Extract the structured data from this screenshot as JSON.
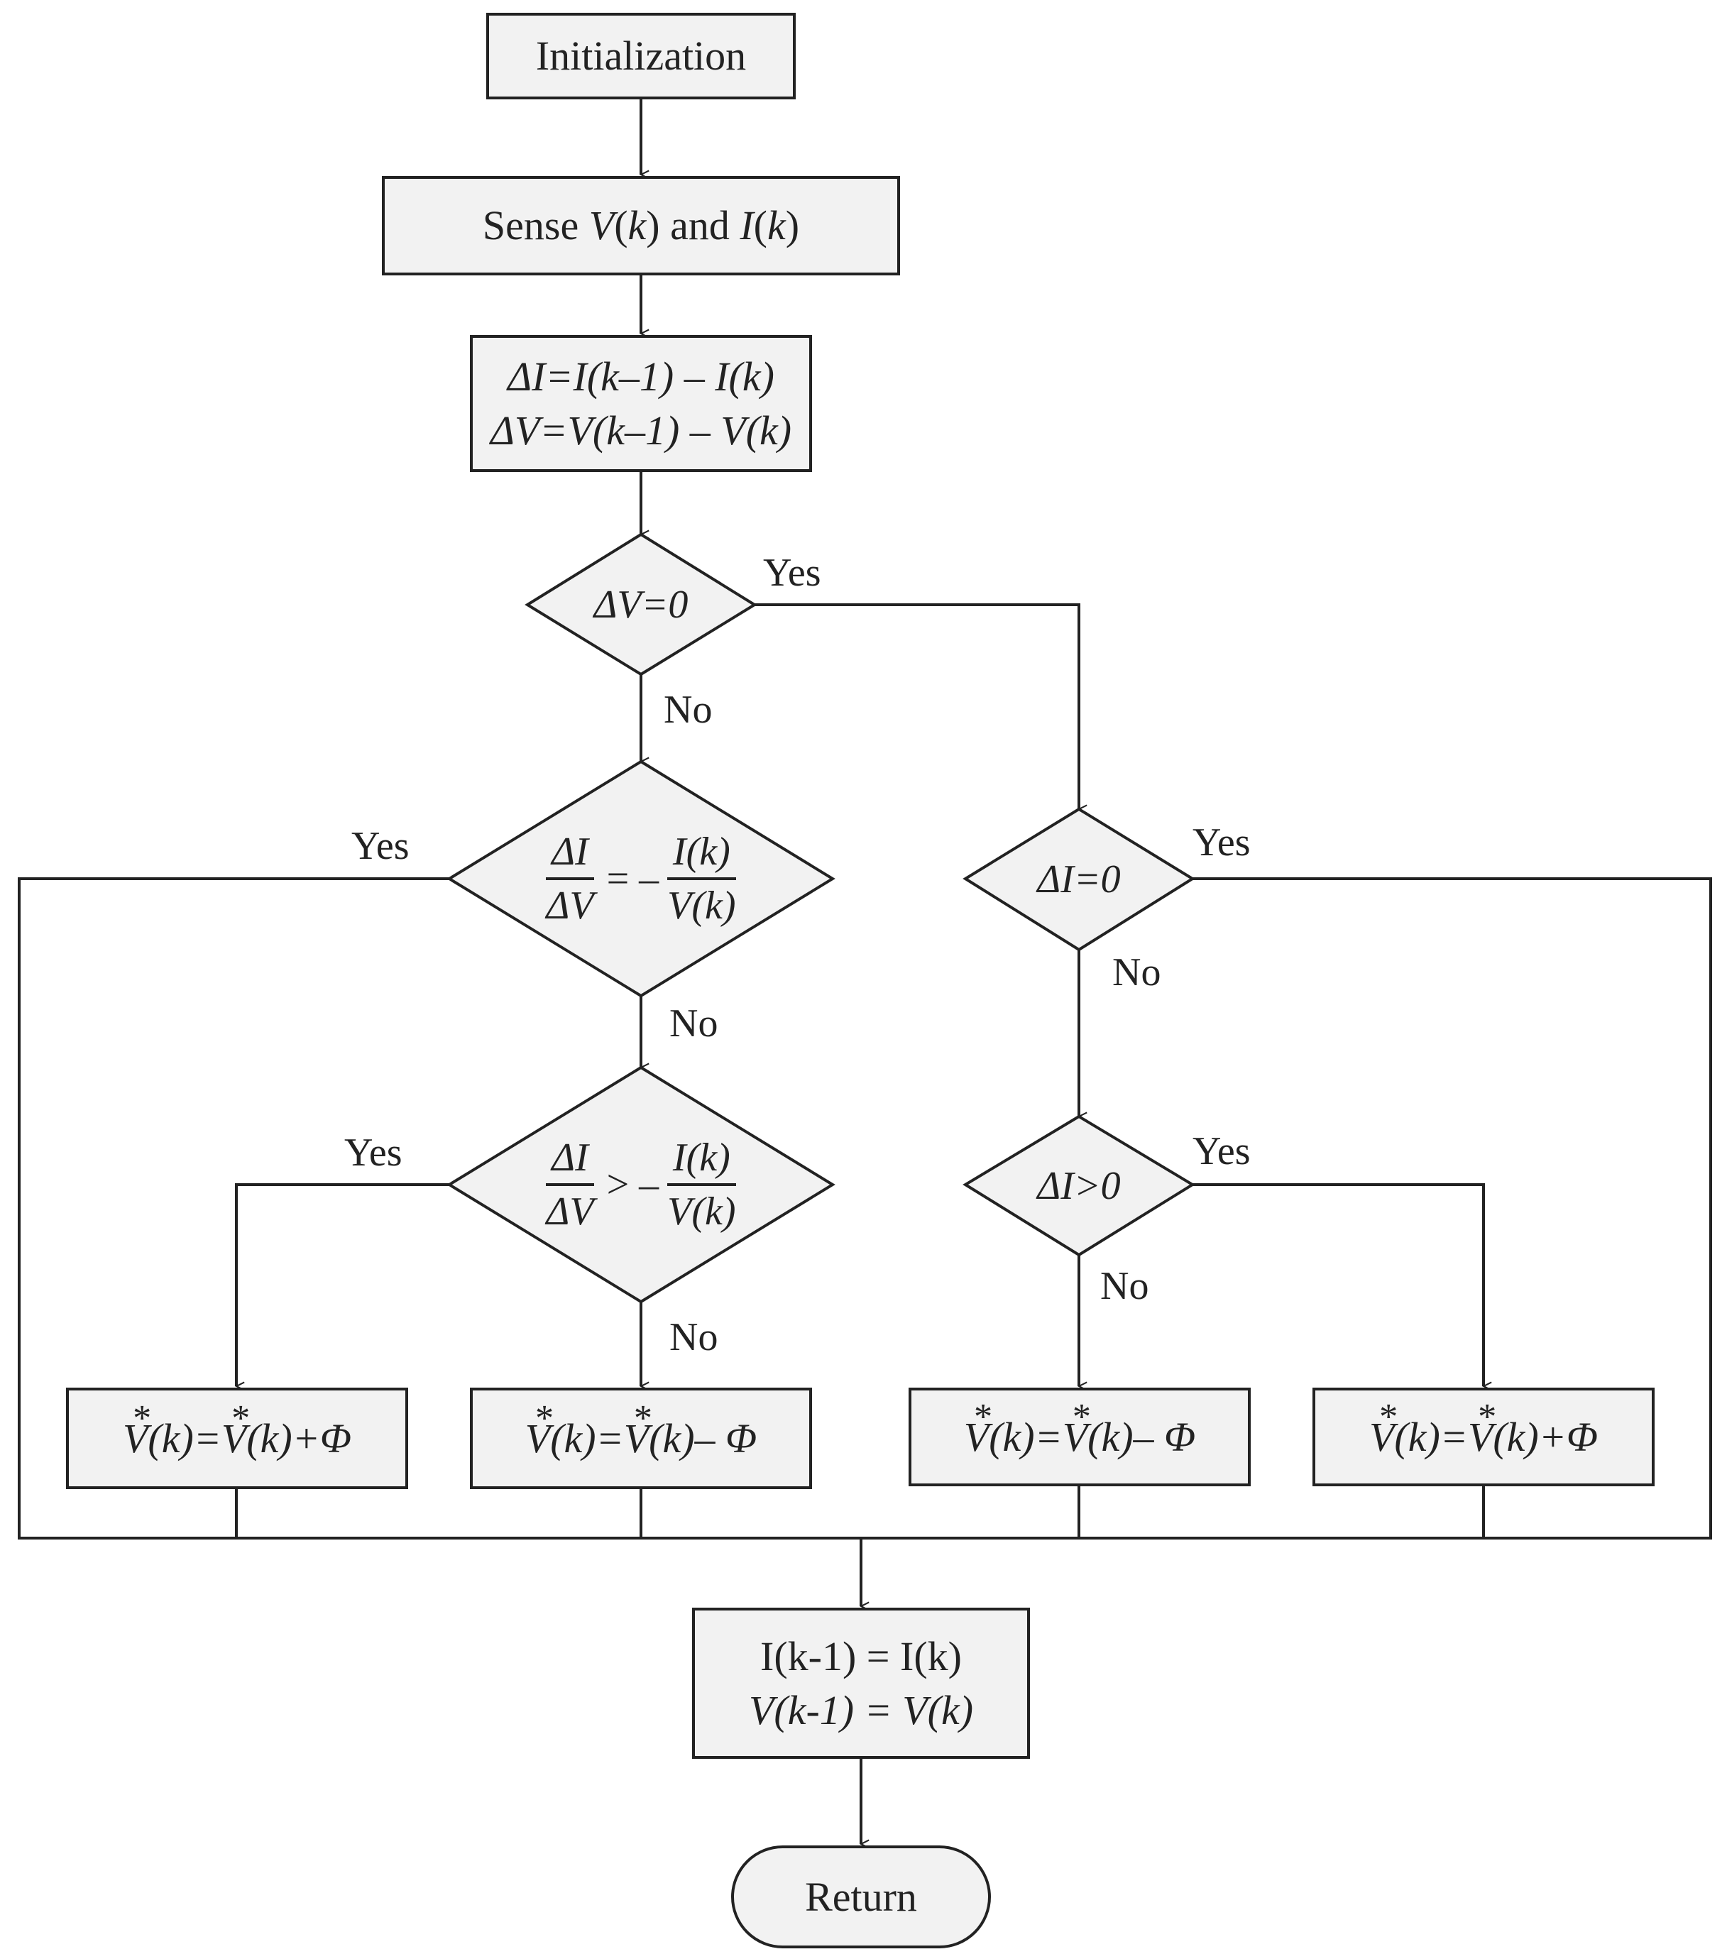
{
  "nodes": {
    "init": "Initialization",
    "sense": {
      "pre": "Sense ",
      "v": "V",
      "k1": "k",
      "and": " and ",
      "i": "I",
      "k2": "k"
    },
    "delta_i": "ΔI=I(k–1) – I(k)",
    "delta_v": "ΔV=V(k–1) – V(k)",
    "dv_zero": "ΔV=0",
    "di_zero": "ΔI=0",
    "di_pos": "ΔI>0",
    "cond_eq": {
      "num_l": "ΔI",
      "den_l": "ΔV",
      "op": "=",
      "minus": "–",
      "num_r": "I(k)",
      "den_r": "V(k)"
    },
    "cond_gt": {
      "num_l": "ΔI",
      "den_l": "ΔV",
      "op": ">",
      "minus": "–",
      "num_r": "I(k)",
      "den_r": "V(k)"
    },
    "upd_plus": {
      "v1": "V",
      "k1": "(k)",
      "eq": "=",
      "v2": "V",
      "k2": "(k)",
      "op": "+Φ"
    },
    "upd_minus": {
      "v1": "V",
      "k1": "(k)",
      "eq": "=",
      "v2": "V",
      "k2": "(k)",
      "op": "– Φ"
    },
    "store_i": "I(k-1) = I(k)",
    "store_v": "V(k-1) = V(k)",
    "return": "Return"
  },
  "labels": {
    "yes": "Yes",
    "no": "No"
  }
}
